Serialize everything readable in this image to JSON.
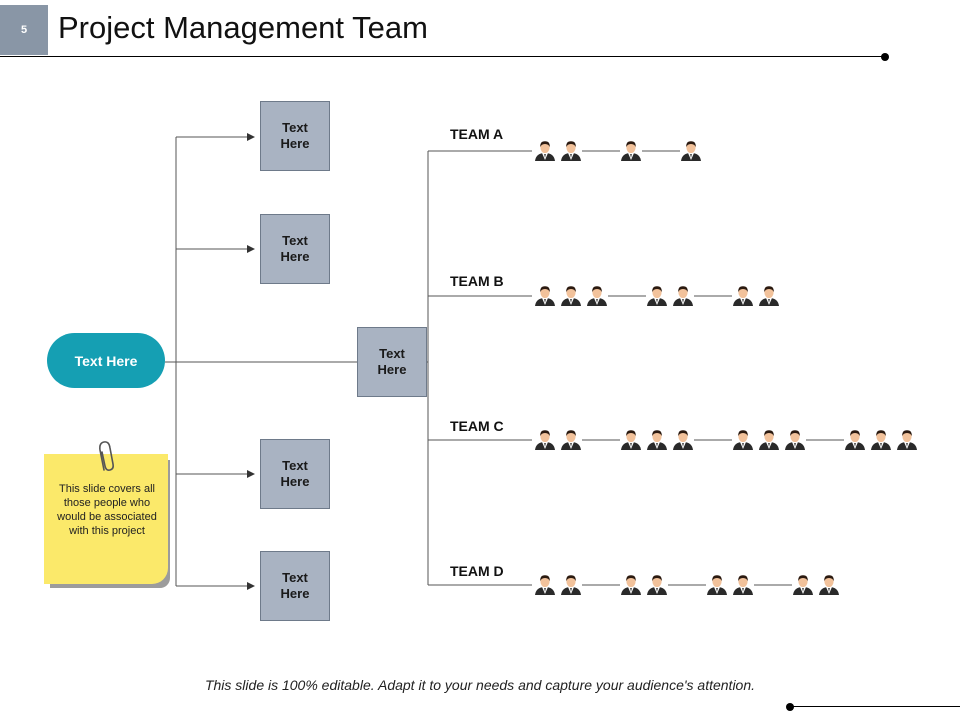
{
  "header": {
    "slide_number": "5",
    "title": "Project Management Team"
  },
  "diagram": {
    "root_label": "Text Here",
    "center_box": "Text Here",
    "side_boxes": [
      "Text Here",
      "Text Here",
      "Text Here",
      "Text Here"
    ],
    "teams": [
      {
        "name": "TEAM A",
        "groups": [
          2,
          1,
          1
        ]
      },
      {
        "name": "TEAM B",
        "groups": [
          3,
          2,
          2
        ]
      },
      {
        "name": "TEAM C",
        "groups": [
          2,
          3,
          3,
          3
        ]
      },
      {
        "name": "TEAM D",
        "groups": [
          2,
          2,
          2,
          2
        ]
      }
    ]
  },
  "note": {
    "text": "This slide covers all those people who would be associated with this project"
  },
  "footer": {
    "text": "This slide is 100% editable. Adapt it to your needs and capture your audience's attention."
  },
  "colors": {
    "accent": "#159fb3",
    "box": "#a9b3c2",
    "note": "#fbe96a",
    "slide_number_bg": "#8996a6"
  }
}
